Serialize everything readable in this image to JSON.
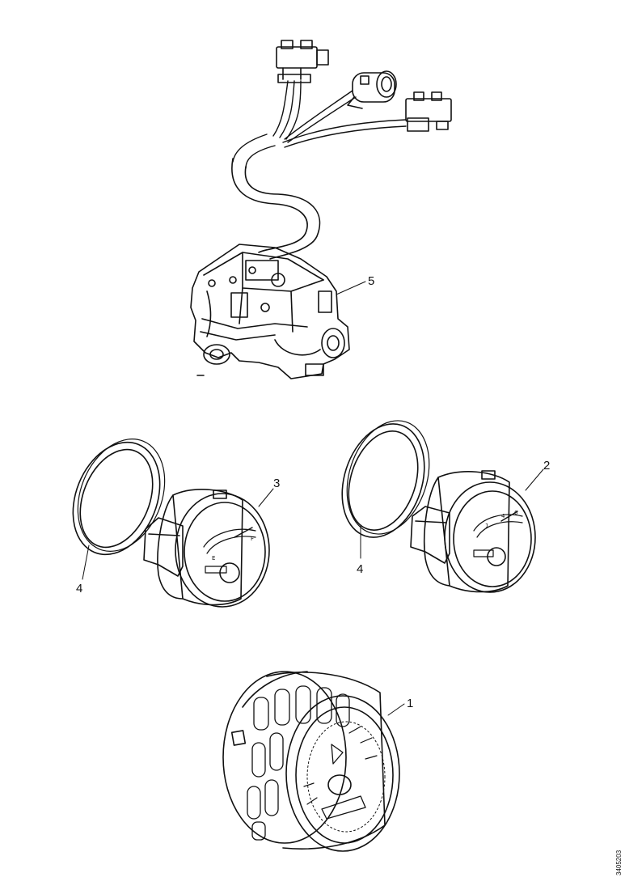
{
  "callouts": {
    "gauge_main": "1",
    "gauge_right": "2",
    "gauge_left": "3",
    "ring_left": "4",
    "ring_right": "4",
    "sender_unit": "5"
  },
  "figure_ref": "3405203",
  "colors": {
    "ink": "#111111",
    "paper": "#ffffff"
  }
}
